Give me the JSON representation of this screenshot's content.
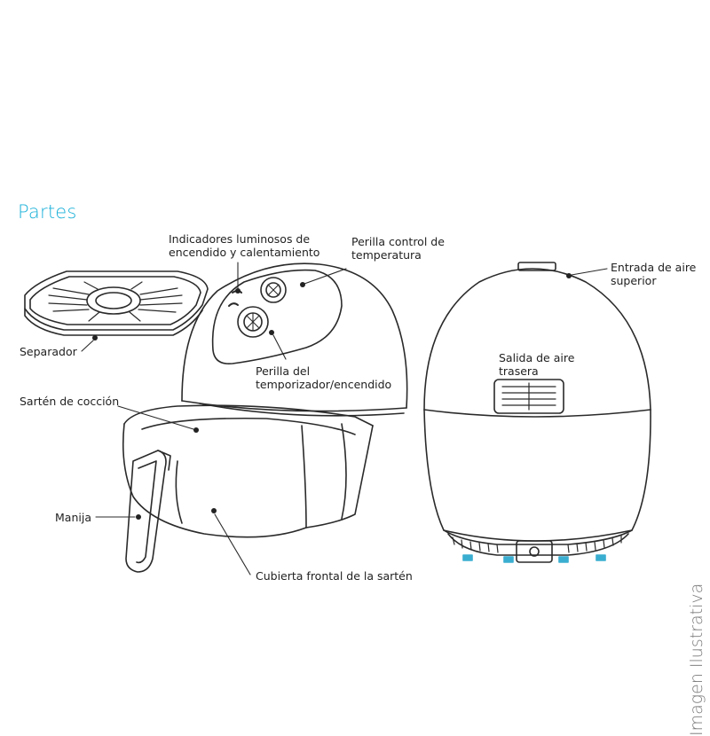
{
  "title": "Partes",
  "labels": {
    "indicators": [
      "Indicadores luminosos de",
      "encendido y calentamiento"
    ],
    "temp_knob": [
      "Perilla control de",
      "temperatura"
    ],
    "separator": "Separador",
    "timer_knob": [
      "Perilla del",
      "temporizador/encendido"
    ],
    "pan": "Sartén de cocción",
    "handle": "Manija",
    "front_cover": "Cubierta frontal de la sartén",
    "air_inlet": [
      "Entrada de aire",
      "superior"
    ],
    "air_outlet": [
      "Salida de aire",
      "trasera"
    ]
  },
  "watermark": "Imagen Ilustrativa",
  "colors": {
    "accent": "#1ab0d8",
    "line": "#2a2a2a",
    "foot_accent": "#3aaed0"
  }
}
